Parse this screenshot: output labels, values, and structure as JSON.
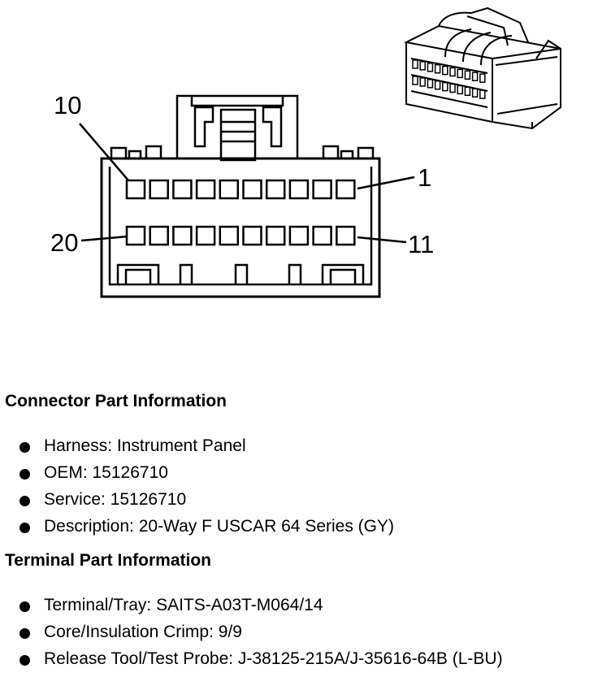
{
  "diagram": {
    "pin_labels": {
      "pin_1": "1",
      "pin_10": "10",
      "pin_11": "11",
      "pin_20": "20"
    },
    "cavities_per_row": 10,
    "rows": 2
  },
  "connector_info": {
    "heading": "Connector Part Information",
    "items": [
      {
        "text": "Harness: Instrument Panel"
      },
      {
        "text": "OEM: 15126710"
      },
      {
        "text": "Service: 15126710"
      },
      {
        "text": "Description: 20-Way F USCAR 64 Series (GY)"
      }
    ]
  },
  "terminal_info": {
    "heading": "Terminal Part Information",
    "items": [
      {
        "text": "Terminal/Tray: SAITS-A03T-M064/14"
      },
      {
        "text": "Core/Insulation Crimp: 9/9"
      },
      {
        "text": "Release Tool/Test Probe: J-38125-215A/J-35616-64B (L-BU)"
      }
    ]
  }
}
